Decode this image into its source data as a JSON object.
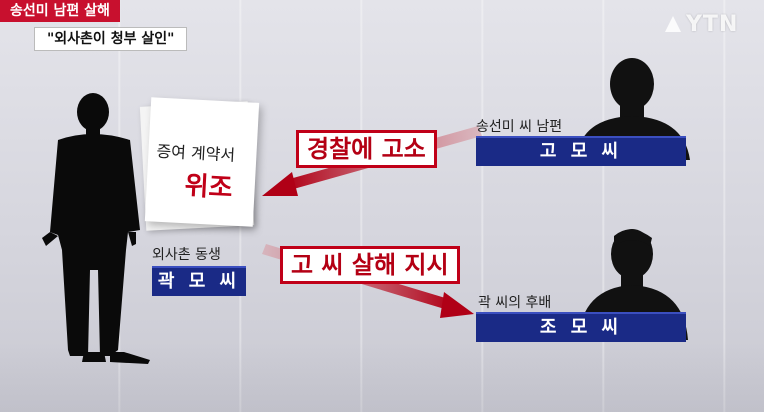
{
  "caption": {
    "top": "송선미 남편 살해",
    "sub": "\"외사촌이 청부 살인\""
  },
  "logo": {
    "text": "YTN"
  },
  "document": {
    "title": "증여 계약서",
    "highlight": "위조"
  },
  "people": {
    "left": {
      "role": "외사촌 동생",
      "name": "곽 모 씨"
    },
    "top_right": {
      "role": "송선미 씨 남편",
      "name": "고 모 씨"
    },
    "bottom_right": {
      "role": "곽 씨의 후배",
      "name": "조 모 씨"
    }
  },
  "arrows": {
    "upper": "경찰에 고소",
    "lower": "고 씨 살해 지시"
  },
  "colors": {
    "accent_red": "#c00018",
    "name_box_blue": "#1a2a86",
    "caption_red": "#c8102e"
  }
}
